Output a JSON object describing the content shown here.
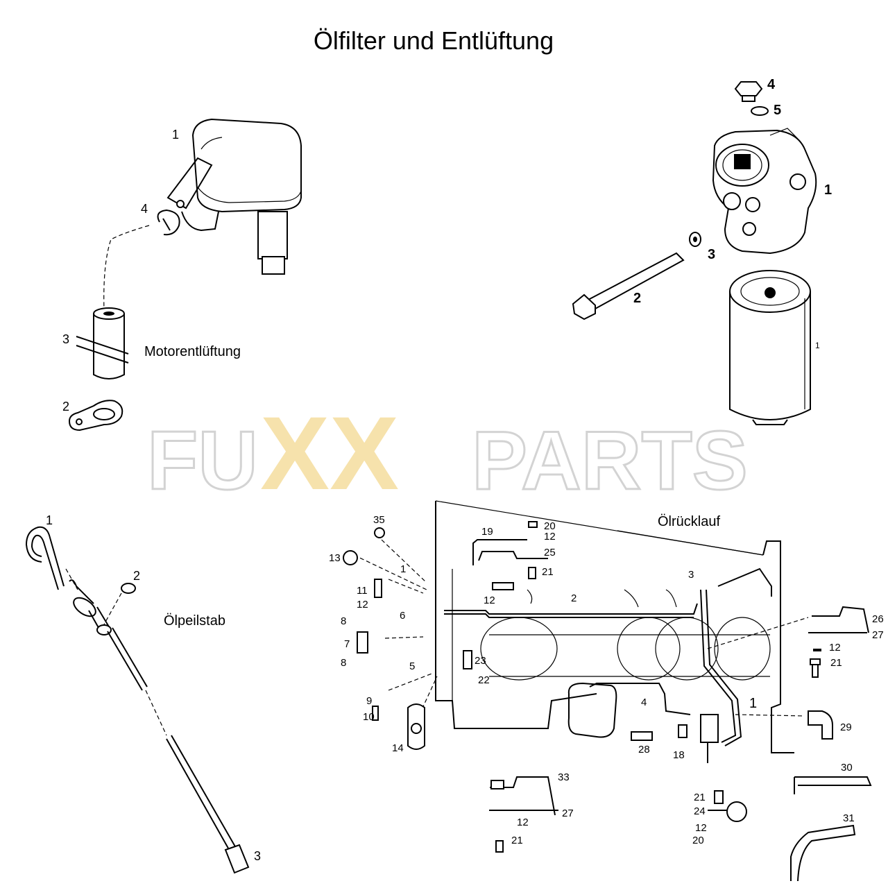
{
  "title": "Ölfilter und Entlüftung",
  "sections": {
    "motorentlueftung": "Motorentlüftung",
    "oelpeilstab": "Ölpeilstab",
    "oelruecklauf": "Ölrücklauf"
  },
  "watermark": {
    "text": "FUXXPARTS",
    "accent": "#f4d58a",
    "gray": "#d7d7d7"
  },
  "callouts": {
    "breather": [
      "1",
      "4",
      "3",
      "2"
    ],
    "filter": [
      "4",
      "5",
      "1",
      "3",
      "2",
      "1"
    ],
    "dipstick": [
      "1",
      "2",
      "3"
    ],
    "return": [
      "35",
      "20",
      "12",
      "19",
      "25",
      "13",
      "1",
      "21",
      "11",
      "12",
      "12",
      "2",
      "3",
      "6",
      "8",
      "7",
      "23",
      "26",
      "27",
      "8",
      "5",
      "22",
      "12",
      "21",
      "9",
      "10",
      "4",
      "1",
      "29",
      "14",
      "28",
      "18",
      "33",
      "30",
      "27",
      "12",
      "21",
      "21",
      "24",
      "12",
      "20",
      "31"
    ]
  }
}
